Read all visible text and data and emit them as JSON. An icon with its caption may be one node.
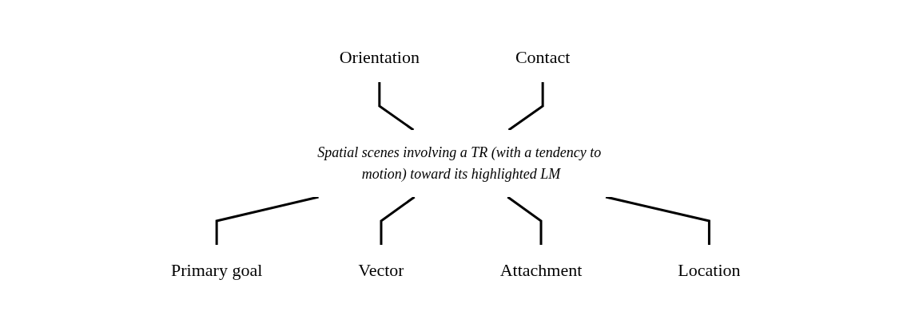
{
  "diagram": {
    "nodes": [
      {
        "text": [
          "Orientation"
        ]
      },
      {
        "text": [
          "Contact"
        ]
      },
      {
        "text": [
          "Spatial scenes involving a TR (with a tendency to motion) toward its highlighted LM"
        ]
      },
      {
        "text": [
          "Primary goal"
        ]
      },
      {
        "text": [
          "Vector"
        ]
      },
      {
        "text": [
          "Location"
        ]
      },
      {
        "text": [
          "Attachment"
        ]
      }
    ],
    "edges": [
      {
        "from": 0,
        "to": 2,
        "arrow": "none"
      },
      {
        "from": 1,
        "to": 2,
        "arrow": "none"
      },
      {
        "from": 2,
        "to": 3,
        "arrow": "none"
      },
      {
        "from": 2,
        "to": 4,
        "arrow": "none"
      },
      {
        "from": 2,
        "to": 6,
        "arrow": "none"
      },
      {
        "from": 2,
        "to": 5,
        "arrow": "none"
      }
    ]
  }
}
